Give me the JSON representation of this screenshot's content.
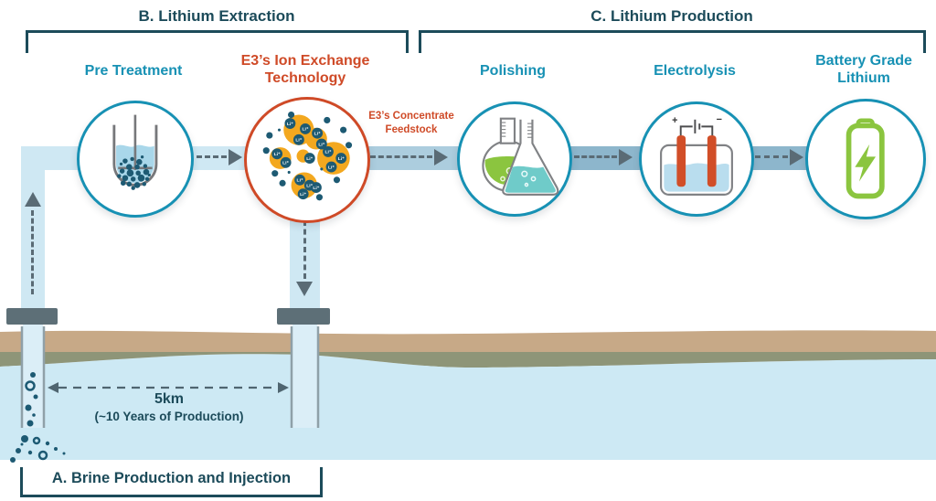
{
  "sections": {
    "b": {
      "label": "B. Lithium Extraction"
    },
    "c": {
      "label": "C. Lithium Production"
    },
    "a": {
      "label": "A. Brine Production and Injection"
    }
  },
  "steps": {
    "pre_treatment": {
      "label": "Pre Treatment"
    },
    "ion_exchange": {
      "label": "E3’s Ion Exchange Technology"
    },
    "polishing": {
      "label": "Polishing"
    },
    "electrolysis": {
      "label": "Electrolysis"
    },
    "battery_grade": {
      "label": "Battery Grade Lithium"
    }
  },
  "flow": {
    "feedstock_label": "E3’s Concentrate Feedstock"
  },
  "measurement": {
    "distance": "5km",
    "duration": "(~10 Years of Production)"
  },
  "icons": {
    "li_ion": "Li⁺",
    "plus": "+",
    "minus": "−"
  },
  "colors": {
    "dark_navy": "#1c4b5a",
    "teal": "#1791b4",
    "orange": "#cf4a27",
    "pipe_light": "#cfe8f3",
    "pipe_mid": "#accdde",
    "pipe_dark": "#8db6cc",
    "slate": "#5a6b75",
    "ground_tan": "#c7a987",
    "ground_olive": "#8e9578",
    "aquifer_blue": "#cde9f4",
    "particle_teal": "#1d5a73",
    "sorbent_yellow": "#f3a81f",
    "flask_green": "#8bc53f",
    "flask_teal": "#6fcbc9",
    "electrode_red": "#d14e28",
    "battery_green": "#8bc53f"
  }
}
